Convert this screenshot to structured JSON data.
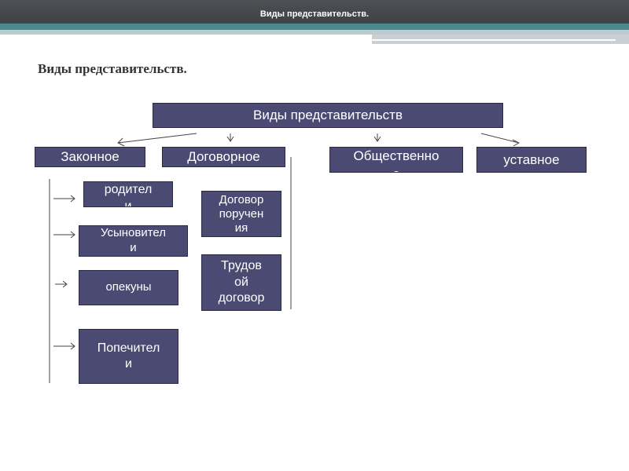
{
  "header": {
    "title": "Виды представительств."
  },
  "slide": {
    "title": "Виды представительств."
  },
  "diagram": {
    "root": "Виды представительств",
    "categories": {
      "zakonnoe": "Законное",
      "dogovornoe": "Договорное",
      "obschestvennoe": "Общественно\nе",
      "ustavnoe": "уставное"
    },
    "legal_items": {
      "roditeli": "родител\nи",
      "usynoviteli": "Усыновител\nи",
      "opekuny": "опекуны",
      "popechiteli": "Попечител\nи"
    },
    "contract_items": {
      "poruchenie": "Договор\nпоручен\nия",
      "trudovoy": "Трудов\nой\nдоговор"
    }
  },
  "colors": {
    "box_fill": "#4b4a73",
    "box_text": "#ffffff",
    "header_bg": "#3a3c40",
    "teal_stripe": "#4a8a8f"
  }
}
